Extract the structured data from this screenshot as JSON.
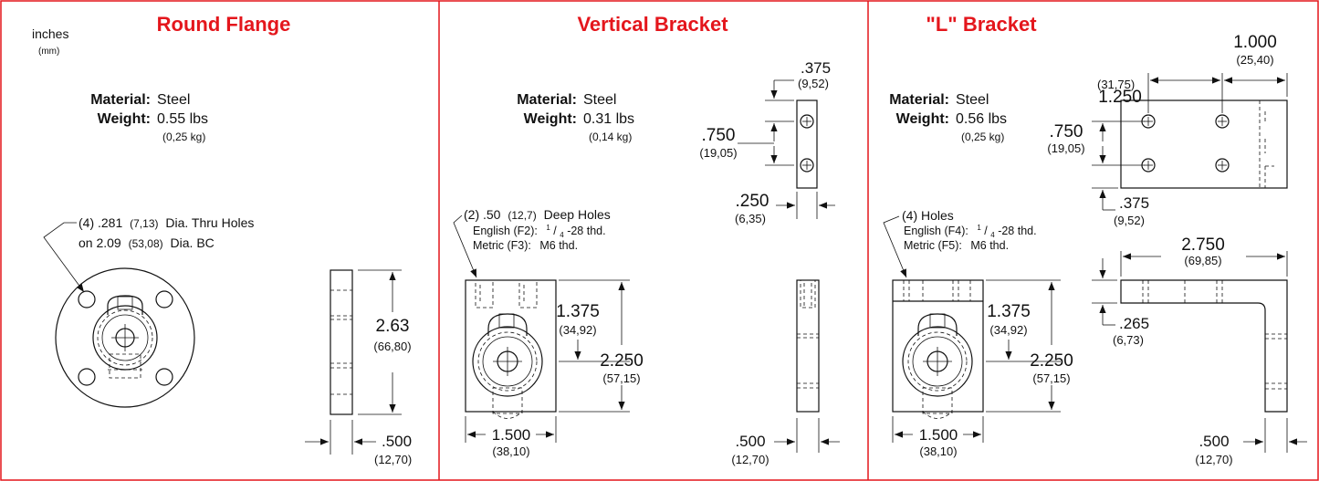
{
  "units": {
    "primary": "inches",
    "secondary": "(mm)"
  },
  "panels": {
    "round_flange": {
      "title": "Round Flange",
      "material_label": "Material:",
      "material": "Steel",
      "weight_label": "Weight:",
      "weight": "0.55 lbs",
      "weight_metric": "(0,25 kg)",
      "hole_note_1a": "(4) .281",
      "hole_note_1b": "(7,13)",
      "hole_note_1c": "Dia. Thru Holes",
      "hole_note_2a": "on 2.09",
      "hole_note_2b": "(53,08)",
      "hole_note_2c": "Dia. BC",
      "height": "2.63",
      "height_metric": "(66,80)",
      "thickness": ".500",
      "thickness_metric": "(12,70)"
    },
    "vertical_bracket": {
      "title": "Vertical Bracket",
      "material_label": "Material:",
      "material": "Steel",
      "weight_label": "Weight:",
      "weight": "0.31 lbs",
      "weight_metric": "(0,14 kg)",
      "hole_note_a": "(2) .50",
      "hole_note_b": "(12,7)",
      "hole_note_c": "Deep Holes",
      "english_label": "English (F2):",
      "english_num": "1",
      "english_den": "4",
      "english_thread": "-28 thd.",
      "metric_label": "Metric (F3):",
      "metric_thread": "M6 thd.",
      "center_height": "1.375",
      "center_height_metric": "(34,92)",
      "height": "2.250",
      "height_metric": "(57,15)",
      "width": "1.500",
      "width_metric": "(38,10)",
      "top_offset": ".375",
      "top_offset_metric": "(9,52)",
      "hole_spacing": ".750",
      "hole_spacing_metric": "(19,05)",
      "side_width": ".250",
      "side_width_metric": "(6,35)",
      "thickness": ".500",
      "thickness_metric": "(12,70)"
    },
    "l_bracket": {
      "title": "\"L\" Bracket",
      "material_label": "Material:",
      "material": "Steel",
      "weight_label": "Weight:",
      "weight": "0.56 lbs",
      "weight_metric": "(0,25 kg)",
      "hole_note_a": "(4) Holes",
      "english_label": "English (F4):",
      "english_num": "1",
      "english_den": "4",
      "english_thread": "-28 thd.",
      "metric_label": "Metric (F5):",
      "metric_thread": "M6 thd.",
      "center_height": "1.375",
      "center_height_metric": "(34,92)",
      "height": "2.250",
      "height_metric": "(57,15)",
      "width": "1.500",
      "width_metric": "(38,10)",
      "hole_x_spacing": "1.250",
      "hole_x_spacing_metric": "(31,75)",
      "hole_x_edge": "1.000",
      "hole_x_edge_metric": "(25,40)",
      "hole_y_spacing": ".750",
      "hole_y_spacing_metric": "(19,05)",
      "hole_y_edge": ".375",
      "hole_y_edge_metric": "(9,52)",
      "length": "2.750",
      "length_metric": "(69,85)",
      "plate_thickness": ".265",
      "plate_thickness_metric": "(6,73)",
      "thickness": ".500",
      "thickness_metric": "(12,70)"
    }
  }
}
